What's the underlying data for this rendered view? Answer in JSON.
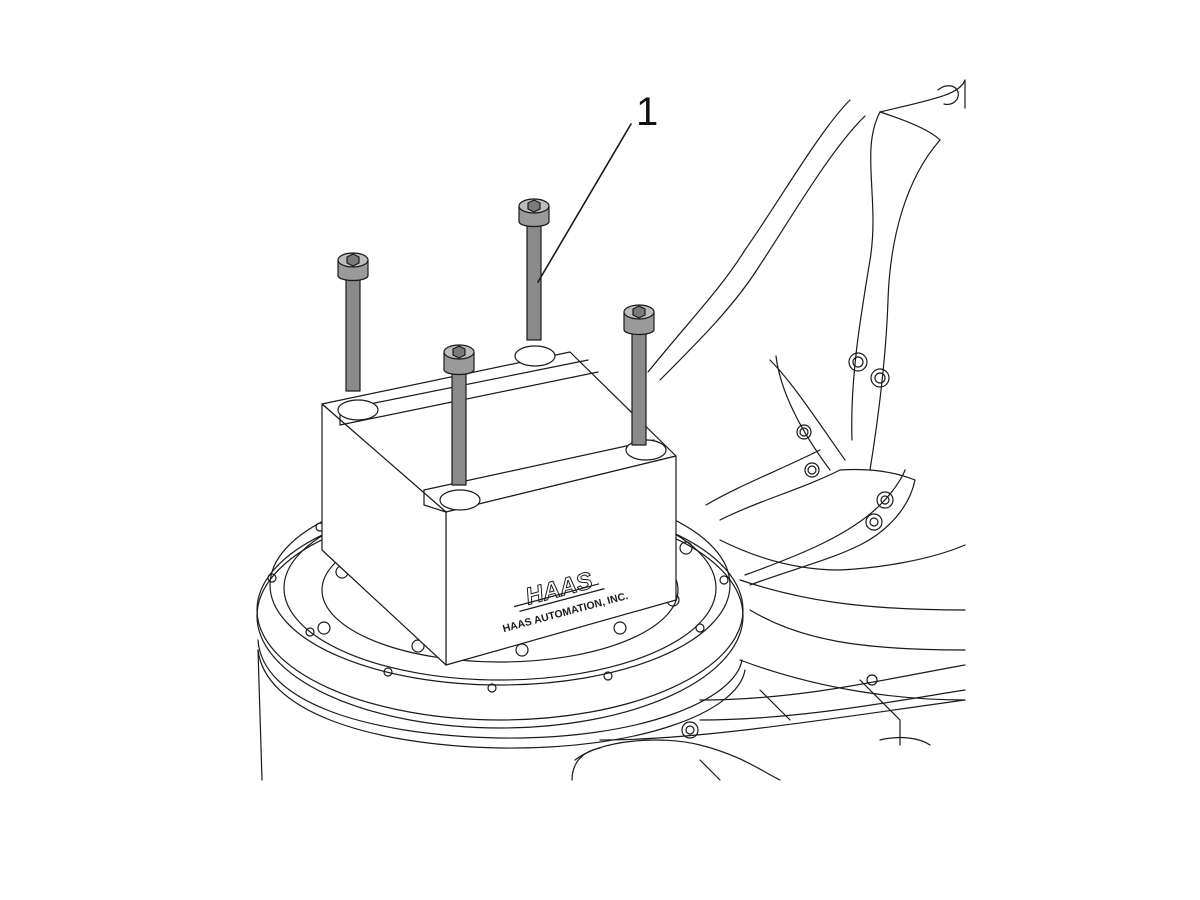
{
  "figure": {
    "callouts": [
      {
        "number": "1",
        "refers_to": "shcs-bolts"
      }
    ],
    "logo_text": "HAAS",
    "logo_caption": "HAAS AUTOMATION, INC."
  }
}
